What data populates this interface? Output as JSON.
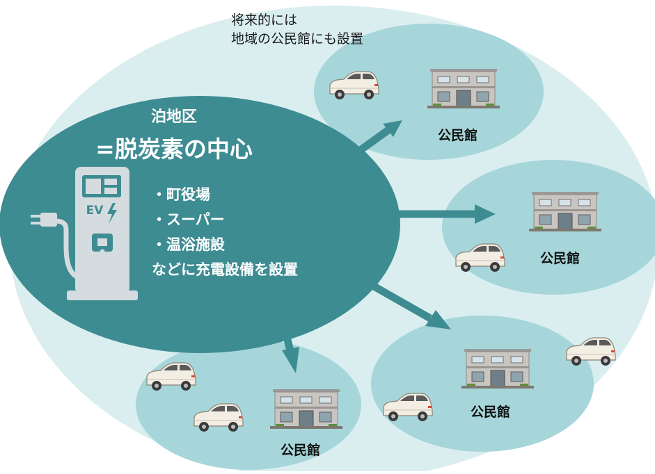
{
  "note": {
    "line1": "将来的には",
    "line2": "地域の公民館にも設置"
  },
  "hub": {
    "title": "泊地区",
    "subtitle": "=脱炭素の中心",
    "items": [
      "・町役場",
      "・スーパー",
      "・温浴施設"
    ],
    "footer": "などに充電設備を設置",
    "charger_label": "EV"
  },
  "halls": [
    "公民館",
    "公民館",
    "公民館",
    "公民館"
  ],
  "colors": {
    "outer": "#daeef0",
    "satellite": "#a6d6da",
    "hub": "#3d8c92",
    "arrow": "#3d8c92",
    "charger": "#d4dcdf"
  }
}
